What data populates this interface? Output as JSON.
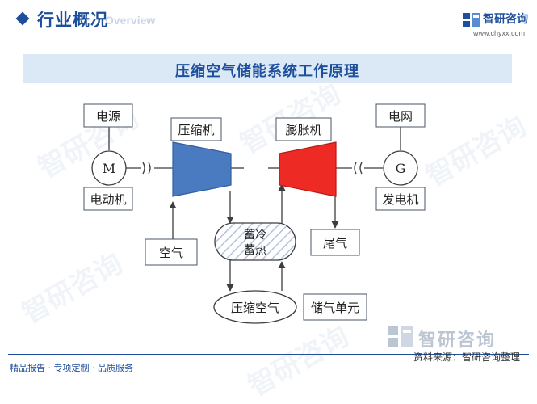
{
  "header": {
    "title": "行业概况",
    "overview": "Overview",
    "logo_name": "智研咨询",
    "logo_url": "www.chyxx.com"
  },
  "banner": {
    "title": "压缩空气储能系统工作原理"
  },
  "diagram": {
    "power_source": "电源",
    "motor_symbol": "M",
    "motor": "电动机",
    "compressor": "压缩机",
    "expander": "膨胀机",
    "grid": "电网",
    "generator_symbol": "G",
    "generator": "发电机",
    "air": "空气",
    "storage_line1": "蓄冷",
    "storage_line2": "蓄热",
    "exhaust": "尾气",
    "compressed_air": "压缩空气",
    "storage_unit": "储气单元"
  },
  "footer": {
    "left": "精品报告 · 专项定制 · 品质服务",
    "logo_name": "智研咨询",
    "source": "资料来源：智研咨询整理"
  },
  "watermark": "智研咨询",
  "colors": {
    "brand": "#1e4f9c",
    "compressor": "#4a7bc0",
    "expander": "#ee2a24",
    "banner_bg": "#dbe8f6",
    "stroke": "#3d3d3d"
  }
}
